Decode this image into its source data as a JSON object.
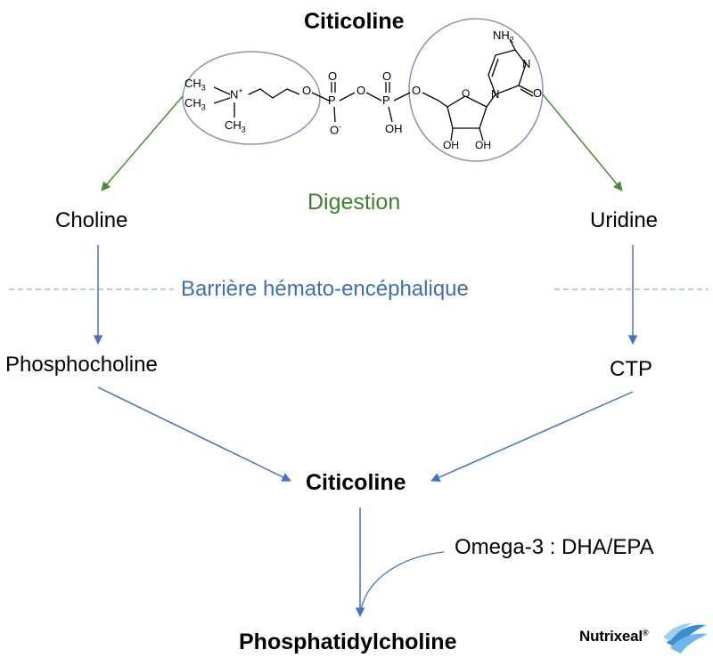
{
  "title_top": "Citicoline",
  "digestion": "Digestion",
  "choline": "Choline",
  "uridine": "Uridine",
  "barrier": "Barrière hémato-encéphalique",
  "phosphocholine": "Phosphocholine",
  "ctp": "CTP",
  "citicoline_mid": "Citicoline",
  "omega": "Omega-3 : DHA/EPA",
  "product": "Phosphatidylcholine",
  "logo": {
    "text": "Nutrixeal",
    "mark": "®"
  },
  "molecule": {
    "ch3_a": "CH",
    "ch3_b": "CH",
    "ch3_c": "CH",
    "sub3": "3",
    "n_plus": "N",
    "plus": "+",
    "o1": "O",
    "p1": "P",
    "o_eq1": "O",
    "o_minus": "O",
    "minus": "-",
    "o2": "O",
    "p2": "P",
    "o_eq2": "O",
    "oh_p": "OH",
    "o3": "O",
    "o_ring": "O",
    "oh1": "OH",
    "oh2": "OH",
    "nh2": "NH",
    "sub2": "2",
    "n_ring1": "N",
    "n_ring2": "N",
    "o_keto": "O"
  },
  "colors": {
    "green_arrow": "#4a8a3a",
    "blue_arrow": "#4472c4",
    "circle_stroke": "#8a94b8",
    "dashed_line": "#8faadc"
  }
}
